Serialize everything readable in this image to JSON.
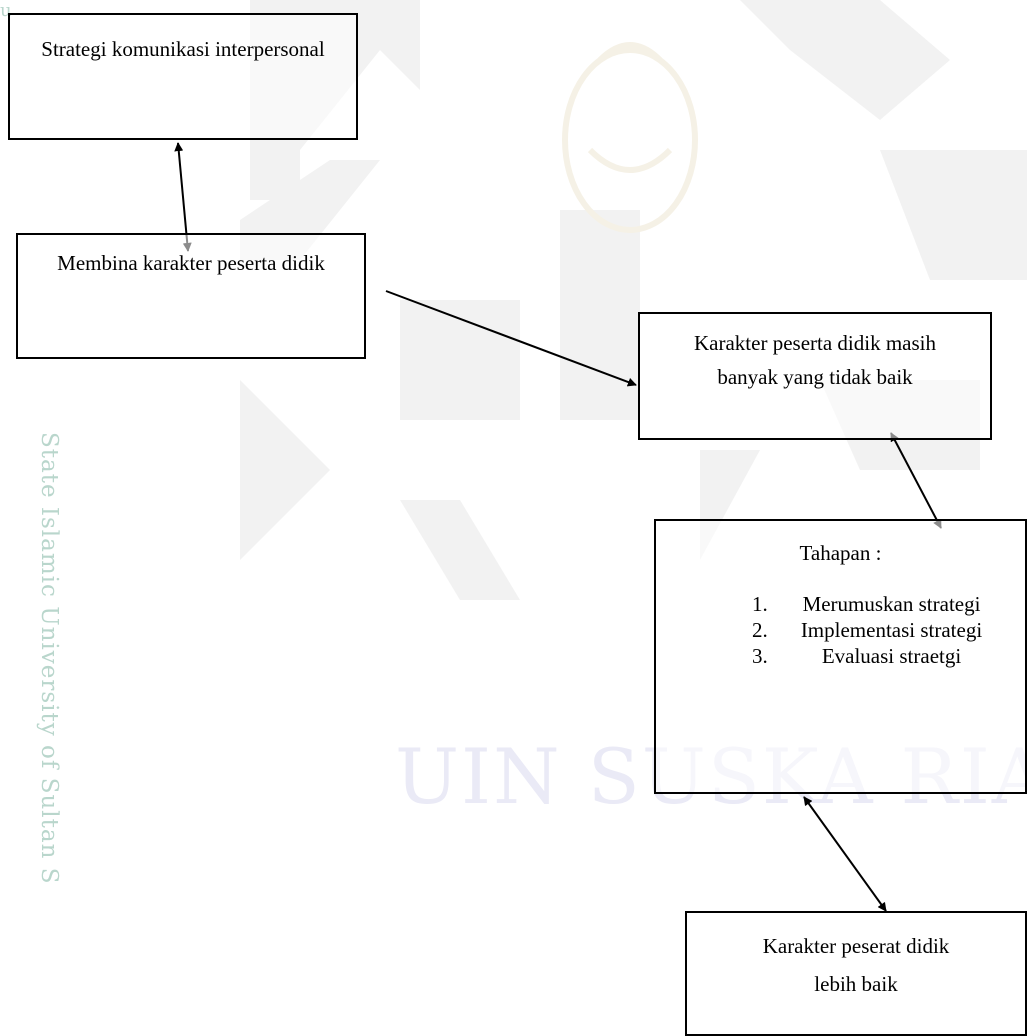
{
  "watermark": {
    "side_text": "State Islamic University of Sultan S",
    "top_fragment": "u",
    "bottom_text": "UIN SUSKA RIA"
  },
  "boxes": {
    "b1": "Strategi komunikasi interpersonal",
    "b2": "Membina karakter peserta didik",
    "b3": "Karakter peserta didik masih banyak yang tidak baik",
    "b4_title": "Tahapan :",
    "b4_steps": [
      {
        "num": "1.",
        "label": "Merumuskan strategi"
      },
      {
        "num": "2.",
        "label": "Implementasi strategi"
      },
      {
        "num": "3.",
        "label": "Evaluasi straetgi"
      }
    ],
    "b5": "Karakter peserat didik lebih baik"
  },
  "colors": {
    "watermark_green": "#b9d6cc",
    "watermark_faint": "#eaeaf6",
    "stroke": "#000000"
  }
}
